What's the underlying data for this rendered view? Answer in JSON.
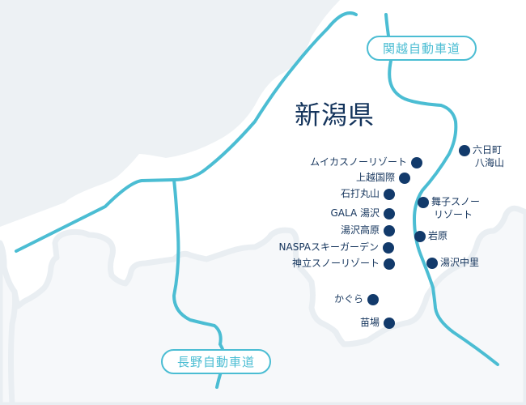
{
  "map": {
    "prefecture_label": "新潟県",
    "colors": {
      "sea": "#edf1f4",
      "land": "#ffffff",
      "neighbor_land": "#f6f8fa",
      "border": "#e9eef2",
      "road": "#4bbdd3",
      "dot": "#123a6b",
      "text": "#14345c"
    },
    "roads": [
      {
        "name": "関越自動車道",
        "label": "関越自動車道"
      },
      {
        "name": "長野自動車道",
        "label": "長野自動車道"
      }
    ],
    "ski_resorts_west": [
      {
        "label": "ムイカスノーリゾート"
      },
      {
        "label": "上越国際"
      },
      {
        "label": "石打丸山"
      },
      {
        "label": "GALA 湯沢"
      },
      {
        "label": "湯沢高原"
      },
      {
        "label": "NASPAスキーガーデン"
      },
      {
        "label": "神立スノーリゾート"
      },
      {
        "label": "かぐら"
      },
      {
        "label": "苗場"
      }
    ],
    "ski_resorts_east": [
      {
        "label_line1": "六日町",
        "label_line2": "八海山"
      },
      {
        "label_line1": "舞子スノー",
        "label_line2": "リゾート"
      },
      {
        "label_line1": "岩原"
      },
      {
        "label_line1": "湯沢中里"
      }
    ]
  }
}
